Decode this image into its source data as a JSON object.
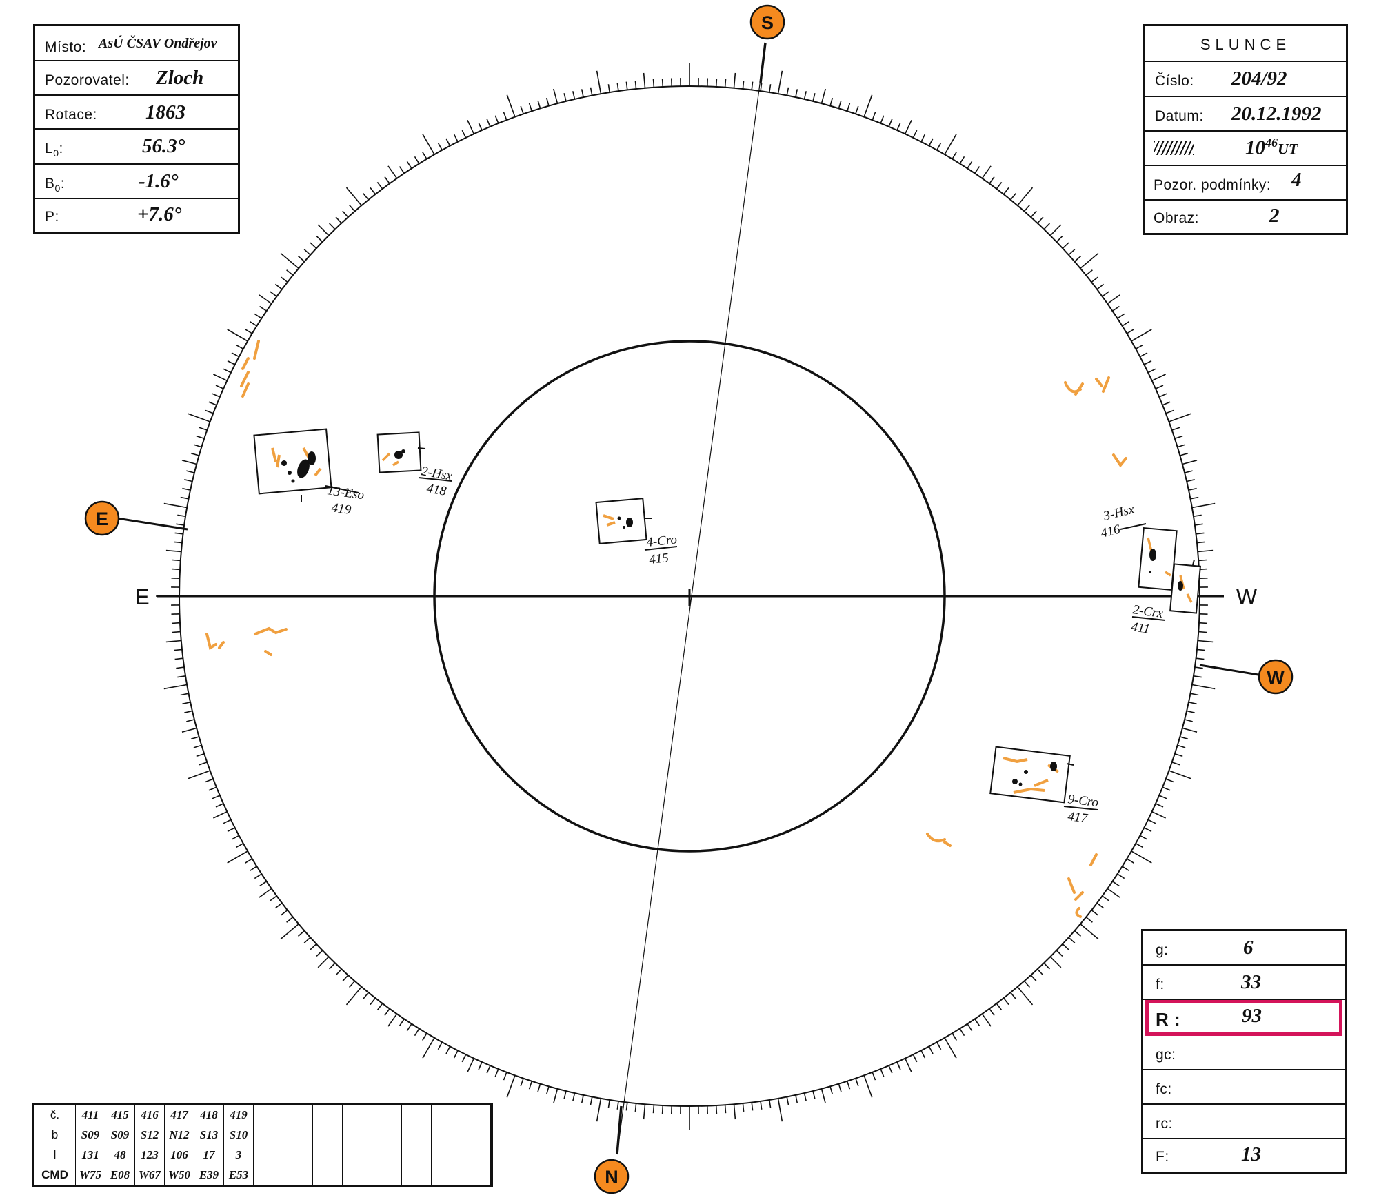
{
  "left_box": {
    "misto_label": "Místo:",
    "misto_value": "AsÚ ČSAV Ondřejov",
    "pozorovatel_label": "Pozorovatel:",
    "pozorovatel_value": "Zloch",
    "rotace_label": "Rotace:",
    "rotace_value": "1863",
    "l0_label": "L",
    "l0_sub": "0",
    "l0_value": "56.3°",
    "b0_label": "B",
    "b0_sub": "0",
    "b0_value": "-1.6°",
    "p_label": "P:",
    "p_value": "+7.6°"
  },
  "right_box": {
    "title": "SLUNCE",
    "cislo_label": "Číslo:",
    "cislo_value": "204/92",
    "datum_label": "Datum:",
    "datum_value": "20.12.1992",
    "time_value": "10",
    "time_sup": "46",
    "time_suffix": "UT",
    "podminky_label": "Pozor. podmínky:",
    "podminky_value": "4",
    "obraz_label": "Obraz:",
    "obraz_value": "2"
  },
  "stats_box": {
    "g_label": "g:",
    "g_value": "6",
    "f_label": "f:",
    "f_value": "33",
    "r_label": "R :",
    "r_value": "93",
    "gc_label": "gc:",
    "gc_value": "",
    "fc_label": "fc:",
    "fc_value": "",
    "rc_label": "rc:",
    "rc_value": "",
    "F_label": "F:",
    "F_value": "13"
  },
  "compass": {
    "S": "S",
    "N": "N",
    "E": "E",
    "W": "W",
    "E_axis": "E",
    "W_axis": "W"
  },
  "colors": {
    "ink": "#111111",
    "facula_orange": "#f0a040",
    "marker_fill": "#f58a1f",
    "r_highlight": "#d4145a"
  },
  "groups": [
    {
      "id": "g419",
      "label": "13-Eso",
      "number": "419"
    },
    {
      "id": "g418",
      "label": "2-Hsx",
      "number": "418"
    },
    {
      "id": "g415",
      "label": "4-Cro",
      "number": "415"
    },
    {
      "id": "g416",
      "label": "3-Hsx",
      "number": "416"
    },
    {
      "id": "g411",
      "label": "2-Crx",
      "number": "411"
    },
    {
      "id": "g417",
      "label": "9-Cro",
      "number": "417"
    }
  ],
  "bottom_table": {
    "row_headers": [
      "č.",
      "b",
      "l",
      "CMD"
    ],
    "cislo": [
      "411",
      "415",
      "416",
      "417",
      "418",
      "419"
    ],
    "b": [
      "S09",
      "S09",
      "S12",
      "N12",
      "S13",
      "S10"
    ],
    "l": [
      "131",
      "48",
      "123",
      "106",
      "17",
      "3"
    ],
    "cmd": [
      "W75",
      "E08",
      "W67",
      "W50",
      "E39",
      "E53"
    ]
  }
}
